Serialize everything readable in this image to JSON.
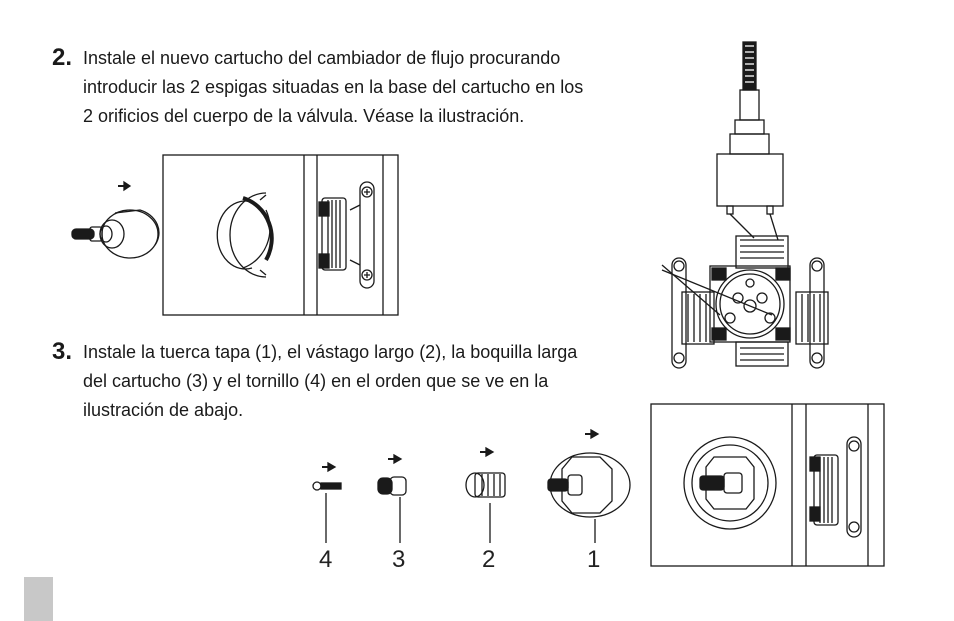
{
  "step2": {
    "number": "2.",
    "lines": [
      "Instale el nuevo cartucho del cambiador de flujo procurando",
      "introducir las 2 espigas situadas en la base del cartucho en los",
      "2 orificios del cuerpo de la válvula. Véase la ilustración."
    ]
  },
  "step3": {
    "number": "3.",
    "lines": [
      "Instale la tuerca tapa (1), el vástago largo (2), la boquilla larga",
      "del cartucho (3) y el tornillo (4) en el orden que se ve en la",
      "ilustración de abajo."
    ]
  },
  "parts": [
    {
      "label": "4",
      "icon": "screw-icon"
    },
    {
      "label": "3",
      "icon": "cartridge-extension-icon"
    },
    {
      "label": "2",
      "icon": "long-stem-icon"
    },
    {
      "label": "1",
      "icon": "cap-nut-icon"
    }
  ],
  "colors": {
    "ink": "#1a1a1a",
    "page_tab": "#c8c8c8"
  }
}
